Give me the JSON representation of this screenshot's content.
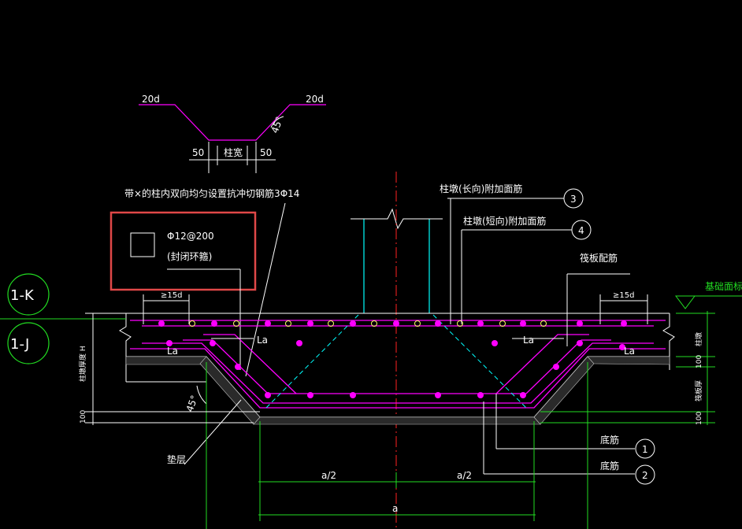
{
  "labels": {
    "hook_left": "20d",
    "hook_right": "20d",
    "angle_top": "45°",
    "dim_50_left": "50",
    "column_width": "柱宽",
    "dim_50_right": "50",
    "punching_note": "带×的柱内双向均匀设置抗冲切钢筋3Φ14",
    "stirrup_spec": "Φ12@200",
    "stirrup_note": "(封闭环箍)",
    "long_top_bar": "柱墩(长向)附加面筋",
    "short_top_bar": "柱墩(短向)附加面筋",
    "raft_bar": "筏板配筋",
    "foundation_top": "基础面标高",
    "axis_k": "1-K",
    "axis_j": "1-J",
    "lap_left_top": "≥15d",
    "lap_right_top": "≥15d",
    "la_left": "La",
    "la_right": "La",
    "la_small_left": "La",
    "la_small_right": "La",
    "angle_bottom": "45°",
    "cushion": "垫层",
    "bottom_bar_1": "底筋",
    "bottom_bar_2": "底筋",
    "half_a_left": "a/2",
    "half_a_right": "a/2",
    "dim_a": "a",
    "dim_100_left": "100",
    "dim_100_right_1": "100",
    "dim_100_right_2": "100",
    "pier_thickness_left": "柱墩厚度 H",
    "raft_thickness": "筏板厚",
    "pier_thickness_right": "柱墩",
    "circle_1": "1",
    "circle_2": "2",
    "circle_3": "3",
    "circle_4": "4"
  },
  "colors": {
    "background": "#000000",
    "rebar": "#ff00ff",
    "concrete": "#00ffff",
    "dimension": "#22dd22",
    "axis": "#ff2222",
    "highlight_box": "#e04848",
    "text": "#ffffff",
    "section_bar": "#ffff66"
  }
}
